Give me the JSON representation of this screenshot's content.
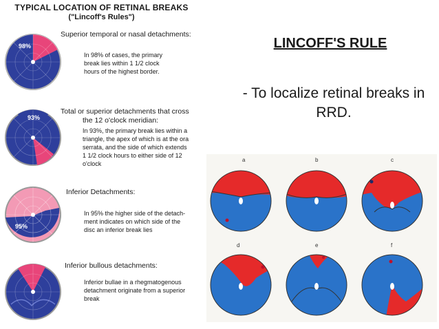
{
  "left": {
    "title": "TYPICAL LOCATION OF RETINAL BREAKS",
    "subtitle": "(\"Lincoff's Rules\")",
    "cases": [
      {
        "percent": "98%",
        "heading": "Superior temporal or nasal detachments:",
        "body": [
          "In 98% of cases, the primary",
          "break lies within 1 1/2 clock",
          "hours of the highest border."
        ]
      },
      {
        "percent": "93%",
        "heading": "Total or superior detachments that cross",
        "heading2": "the 12 o'clock meridian:",
        "body": [
          "In 93%, the primary break lies within a",
          "triangle, the apex of which is at the ora",
          "serrata, and the side of which extends",
          "1 1/2 clock hours to either side of 12",
          "o'clock"
        ]
      },
      {
        "percent": "95%",
        "heading": "Inferior Detachments:",
        "body": [
          "In 95% the higher side of the detach-",
          "ment indicates on which side of the",
          "disc an inferior break lies"
        ]
      },
      {
        "percent": "",
        "heading": "Inferior bullous detachments:",
        "body": [
          "Inferior bullae in a rhegmatogenous",
          "detachment originate from a superior",
          "break"
        ]
      }
    ]
  },
  "right": {
    "rule_title": "LINCOFF'S RULE",
    "rule_desc": "- To localize retinal breaks in RRD.",
    "panel_labels": [
      "a",
      "b",
      "c",
      "d",
      "e",
      "f"
    ]
  },
  "colors": {
    "dark_blue": "#2e3f9c",
    "pink": "#e8457a",
    "light_pink": "#f39ab5",
    "panel_blue": "#2a73c9",
    "panel_red": "#e52a2a"
  }
}
